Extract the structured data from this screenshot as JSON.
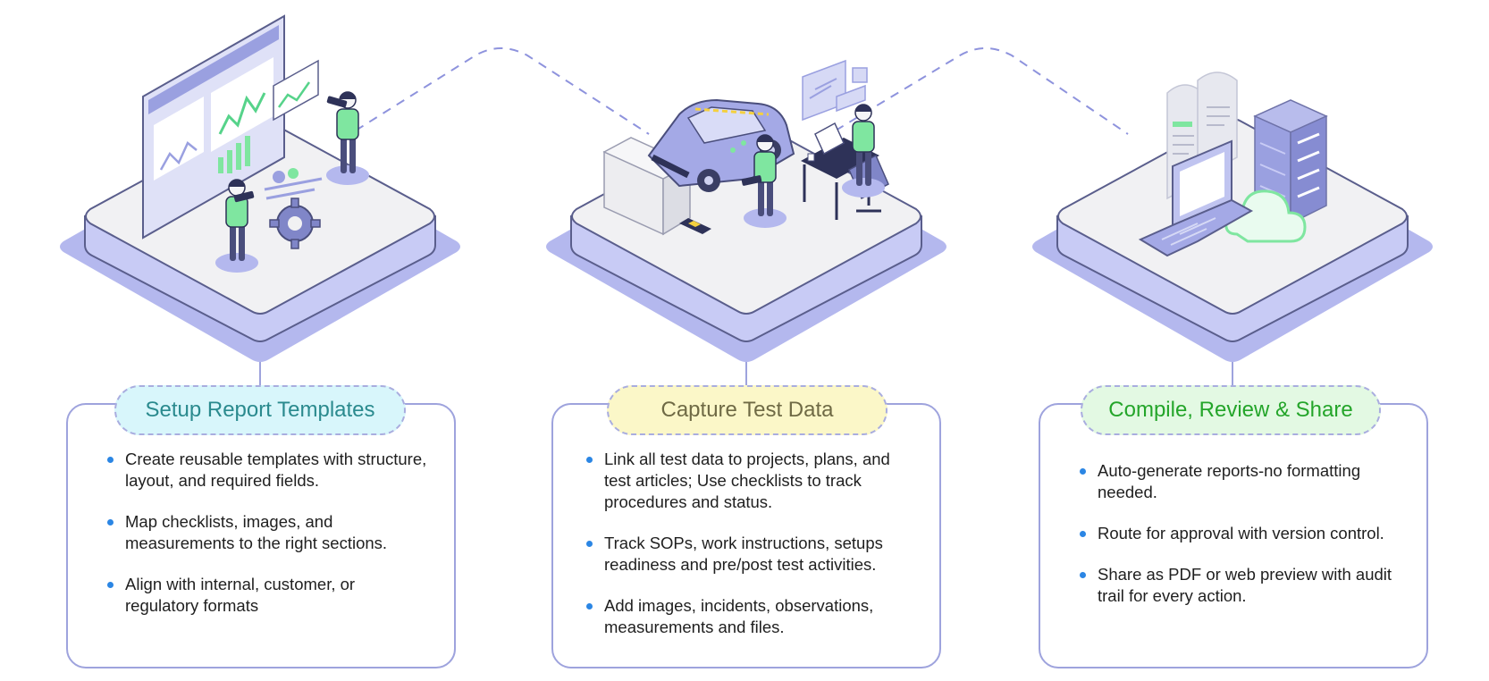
{
  "steps": [
    {
      "title": "Setup Report Templates",
      "bullets": [
        "Create reusable templates with structure, layout, and required fields.",
        "Map checklists, images, and measurements to the right sections.",
        "Align with internal, customer, or regulatory formats"
      ]
    },
    {
      "title": "Capture Test Data",
      "bullets": [
        "Link all test data to projects, plans, and test articles; Use checklists to track procedures and status.",
        "Track SOPs, work instructions, setups readiness and pre/post test activities.",
        "Add images, incidents, observations, measurements and files."
      ]
    },
    {
      "title": "Compile, Review & Share",
      "bullets": [
        "Auto-generate reports-no formatting needed.",
        "Route for approval with version control.",
        "Share as PDF or web preview with audit trail for every action."
      ]
    }
  ],
  "colors": {
    "platform_base": "#b4b8ee",
    "platform_mid": "#c8cbf5",
    "platform_top": "#f1f1f3",
    "outline": "#5a5e8c",
    "connector": "#8e93dd",
    "figure_green": "#7fe6a0",
    "figure_purple": "#9aa0e0",
    "bullet_dot": "#2b86e4"
  },
  "icons": [
    "dashboard-screen-icon",
    "gear-icon",
    "person-icon",
    "car-icon",
    "crash-barrier-icon",
    "desk-workstation-icon",
    "document-stack-icon",
    "server-rack-icon",
    "laptop-icon",
    "cloud-icon"
  ]
}
